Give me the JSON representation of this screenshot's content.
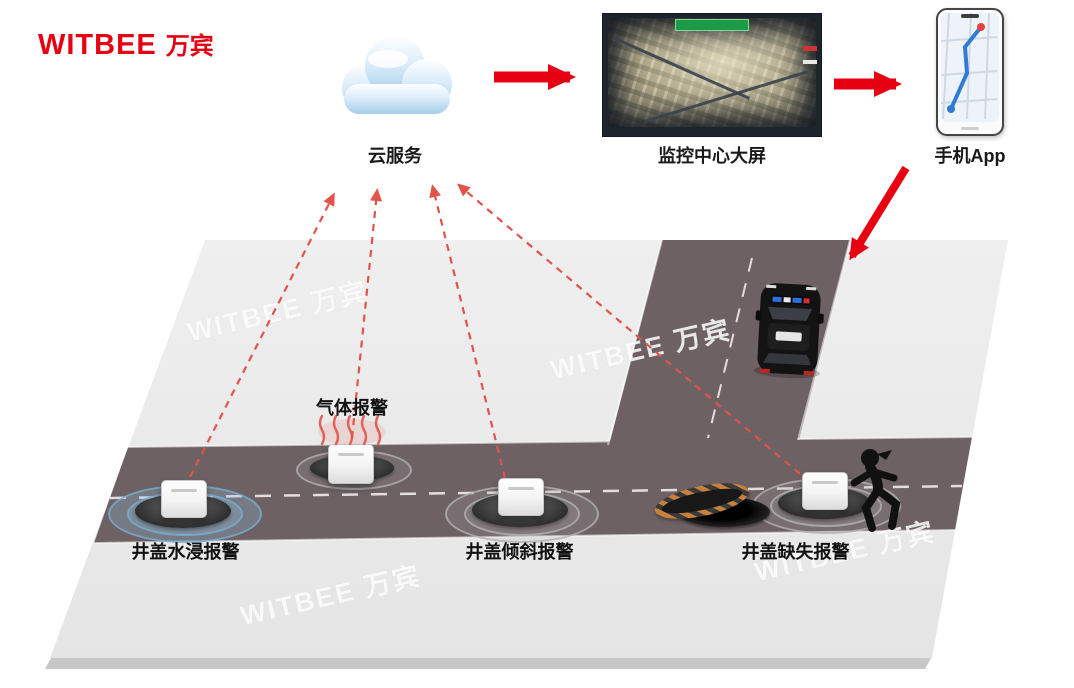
{
  "logo": {
    "brand": "WITBEE",
    "suffix": "万宾"
  },
  "top": {
    "cloud_label": "云服务",
    "monitor_label": "监控中心大屏",
    "app_label": "手机App"
  },
  "alarms": {
    "gas": "气体报警",
    "water": "井盖水浸报警",
    "tilt": "井盖倾斜报警",
    "missing": "井盖缺失报警"
  },
  "watermark": {
    "text": "WITBEE 万宾"
  },
  "colors": {
    "accent_red": "#e60012",
    "dashed_red": "#e2544a",
    "road": "#6d6164",
    "ground": "#ebebeb",
    "cloud_blue": "#a8cfec"
  }
}
